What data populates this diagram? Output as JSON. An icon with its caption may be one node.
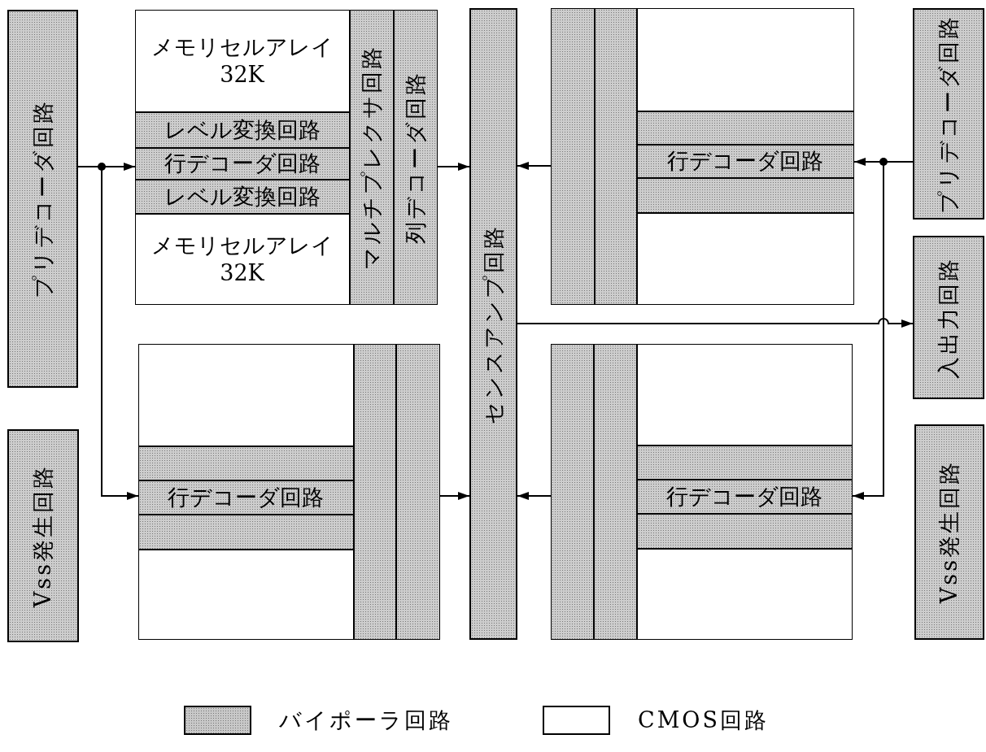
{
  "diagram": {
    "nodes": [
      {
        "text": [
          "プリデコーダ回路"
        ]
      },
      {
        "text": [
          "Vss発生回路"
        ]
      },
      {
        "text": [],
        "shape": "box"
      },
      {
        "text": [
          "メモリセルアレイ32K"
        ],
        "in": 2
      },
      {
        "text": [
          "レベル変換回路"
        ],
        "in": 2
      },
      {
        "text": [
          "行デコーダ回路"
        ],
        "in": 2
      },
      {
        "text": [
          "レベル変換回路"
        ],
        "in": 2
      },
      {
        "text": [
          "メモリセルアレイ32K"
        ],
        "in": 2
      },
      {
        "text": [
          "マルチプレクサ回路"
        ],
        "in": 2
      },
      {
        "text": [
          "列デコーダ回路"
        ],
        "in": 2
      },
      {
        "text": [],
        "shape": "box"
      },
      {
        "text": [],
        "shape": "box",
        "in": 10
      },
      {
        "text": [],
        "shape": "box",
        "in": 10
      },
      {
        "text": [
          "行デコーダ回路"
        ],
        "in": 10
      },
      {
        "text": [],
        "shape": "box",
        "in": 10
      },
      {
        "text": [],
        "shape": "box",
        "in": 10
      },
      {
        "text": [],
        "shape": "box",
        "in": 10
      },
      {
        "text": [],
        "shape": "box",
        "in": 10
      },
      {
        "text": [
          "センスアンプ回路"
        ]
      },
      {
        "text": [],
        "shape": "box"
      },
      {
        "text": [],
        "shape": "box",
        "in": 19
      },
      {
        "text": [],
        "shape": "box",
        "in": 19
      },
      {
        "text": [],
        "shape": "box",
        "in": 19
      },
      {
        "text": [],
        "shape": "box",
        "in": 19
      },
      {
        "text": [
          "行デコーダ回路"
        ],
        "in": 19
      },
      {
        "text": [],
        "shape": "box",
        "in": 19
      },
      {
        "text": [],
        "shape": "box",
        "in": 19
      },
      {
        "text": [],
        "shape": "box"
      },
      {
        "text": [],
        "shape": "box",
        "in": 27
      },
      {
        "text": [],
        "shape": "box",
        "in": 27
      },
      {
        "text": [],
        "shape": "box",
        "in": 27
      },
      {
        "text": [],
        "shape": "box",
        "in": 27
      },
      {
        "text": [
          "行デコーダ回路"
        ],
        "in": 27
      },
      {
        "text": [],
        "shape": "box",
        "in": 27
      },
      {
        "text": [],
        "shape": "box",
        "in": 27
      },
      {
        "text": [
          "プリデコーダ回路"
        ]
      },
      {
        "text": [
          "入出力回路"
        ]
      },
      {
        "text": [
          "Vss発生回路"
        ]
      }
    ],
    "edges": [
      {
        "from": 0,
        "to": 5,
        "arrow": "to"
      },
      {
        "from": 0,
        "to": 13,
        "arrow": "to"
      },
      {
        "from": 9,
        "to": 18,
        "arrow": "to"
      },
      {
        "from": 17,
        "to": 18,
        "arrow": "to"
      },
      {
        "from": 20,
        "to": 18,
        "arrow": "to"
      },
      {
        "from": 28,
        "to": 18,
        "arrow": "to"
      },
      {
        "from": 35,
        "to": 24,
        "arrow": "to"
      },
      {
        "from": 35,
        "to": 32,
        "arrow": "to"
      },
      {
        "from": 18,
        "to": 36,
        "arrow": "to"
      }
    ],
    "legend": [
      {
        "text": "バイポーラ回路",
        "color": "#c8c8c8"
      },
      {
        "text": "CMOS回路",
        "color": "#ffffff"
      }
    ]
  }
}
